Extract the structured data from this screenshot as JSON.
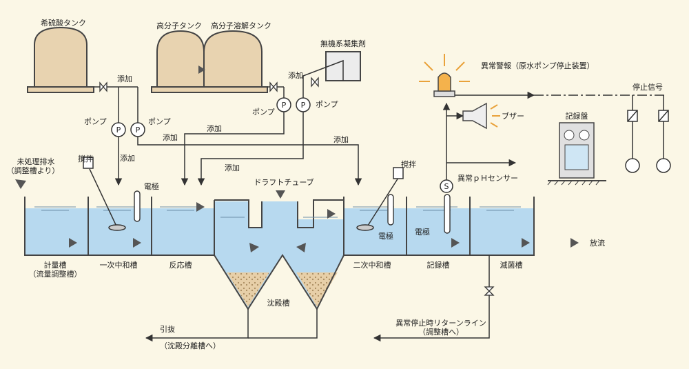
{
  "labels": {
    "sulfuric_tank": "希硫酸タンク",
    "polymer_tank": "高分子タンク",
    "polymer_dissolve_tank": "高分子溶解タンク",
    "inorganic_coagulant": "無機系凝集剤",
    "add": "添加",
    "pump": "ポンプ",
    "pump_symbol": "P",
    "untreated_water_line1": "未処理排水",
    "untreated_water_line2": "（調整槽より）",
    "stirrer": "撹拌",
    "electrode": "電極",
    "draft_tube": "ドラフトチューブ",
    "metering_tank_line1": "計量槽",
    "metering_tank_line2": "（流量調整槽）",
    "primary_neutralization": "一次中和槽",
    "reaction_tank": "反応槽",
    "sedimentation_tank": "沈殿槽",
    "secondary_neutralization": "二次中和槽",
    "recording_tank": "記録槽",
    "sterilization_tank": "滅菌槽",
    "discharge": "放流",
    "alarm": "異常警報（原水ポンプ停止装置）",
    "buzzer": "ブザー",
    "recorder": "記録盤",
    "stop_signal": "停止信号",
    "ph_sensor": "異常ｐＨセンサー",
    "sensor_symbol": "S",
    "withdraw": "引抜",
    "withdraw_sub": "（沈殿分離槽へ）",
    "return_line_line1": "異常停止時リターンライン",
    "return_line_line2": "（調整槽へ）"
  },
  "colors": {
    "water": "#b7d9ef",
    "tank": "#e8d3b0",
    "sludge": "#e2c9a3",
    "line": "#333333",
    "arrow": "#555555",
    "background": "#fbf7e6"
  }
}
